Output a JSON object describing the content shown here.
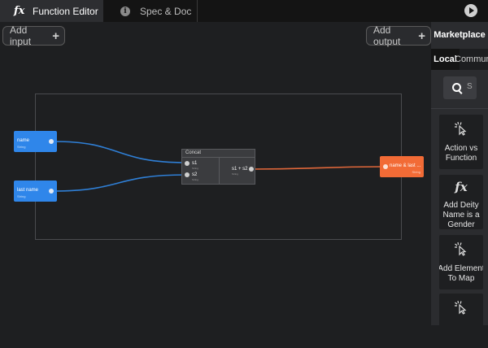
{
  "tabs": [
    {
      "label": "Function Editor",
      "icon": "fx-icon",
      "active": true
    },
    {
      "label": "Spec & Doc",
      "icon": "info-icon",
      "active": false
    }
  ],
  "toolbar": {
    "fx_glyph": "fx",
    "info_glyph": "i",
    "play_icon": "play-icon"
  },
  "canvas": {
    "add_input_label": "Add input",
    "add_output_label": "Add output",
    "plus_glyph": "+",
    "inputs": [
      {
        "label": "name",
        "type": "String"
      },
      {
        "label": "last name",
        "type": "String"
      }
    ],
    "concat": {
      "title": "Concat",
      "ports": [
        {
          "label": "s1",
          "type": "String"
        },
        {
          "label": "s2",
          "type": "String"
        }
      ],
      "output_label": "s1 + s2",
      "output_type": "String"
    },
    "output": {
      "label": "name & last ...",
      "type": "String"
    },
    "colors": {
      "input_node": "#2f86ea",
      "output_node": "#f26b36",
      "input_wire": "#2f7fd6",
      "output_wire": "#e0673a"
    }
  },
  "sidebar": {
    "title": "Marketplace",
    "sources": [
      {
        "label": "Local",
        "active": true
      },
      {
        "label": "Community",
        "active": false
      }
    ],
    "search_placeholder": "S",
    "cards": [
      {
        "icon": "cursor-click-icon",
        "label": "Action vs Function"
      },
      {
        "icon": "fx-icon",
        "glyph": "fx",
        "label": "Add Deity Name is a Gender"
      },
      {
        "icon": "cursor-click-icon",
        "label": "Add Element To Map"
      },
      {
        "icon": "cursor-click-icon",
        "label": ""
      }
    ]
  }
}
